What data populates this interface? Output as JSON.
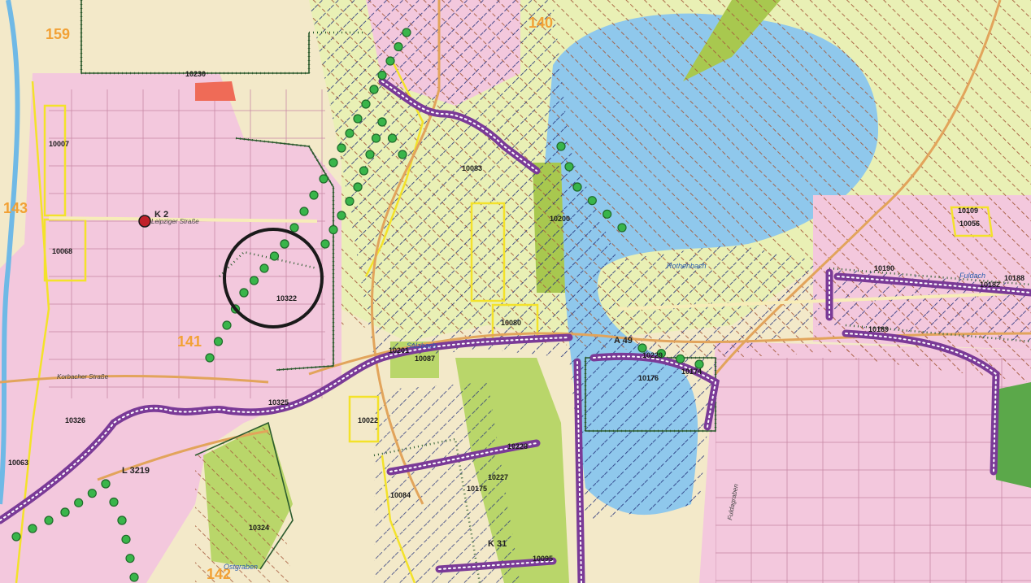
{
  "map": {
    "district_numbers": [
      "159",
      "140",
      "143",
      "141",
      "142"
    ],
    "road_labels": [
      "K 2",
      "L 3219",
      "A 49",
      "K 31"
    ],
    "water_labels": [
      "Rothenbach",
      "Fuldach",
      "Salzbach",
      "Ostgraben"
    ],
    "street_labels": [
      "Korbacher Straße",
      "Leipziger Straße",
      "Fuldagraben"
    ],
    "area_codes": [
      "10230",
      "10007",
      "10068",
      "10063",
      "10322",
      "10326",
      "10325",
      "10324",
      "10022",
      "10083",
      "10200",
      "10080",
      "10201",
      "10087",
      "10176",
      "10175",
      "10174",
      "10109",
      "10056",
      "10190",
      "10182",
      "10188",
      "10189",
      "10084",
      "10228",
      "10227",
      "10229",
      "10095"
    ],
    "colors": {
      "settlement_pink": "#f3c8dd",
      "meadow_yellow": "#e9f0b5",
      "water_blue": "#8fc8ec",
      "forest_green": "#b9d66a",
      "protected_border": "#2c5b2e",
      "corridor_purple": "#7a3a97",
      "trail_green": "#39b54a",
      "boundary_yellow": "#f3e22a",
      "road_orange": "#e2a45b",
      "district_label": "#f2a135",
      "highlight_red": "#ef6b57"
    }
  }
}
